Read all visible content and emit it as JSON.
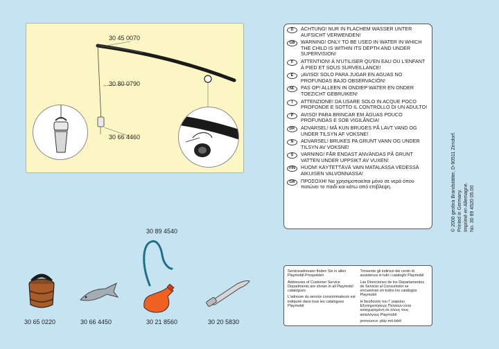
{
  "diagram": {
    "part_rod": "30 45 0070",
    "part_line": "30 80 0790",
    "part_float": "30 66 4460"
  },
  "warnings": [
    {
      "lang": "D",
      "text": "ACHTUNG! NUR IN FLACHEM WASSER UNTER AUFSICHT VERWENDEN!"
    },
    {
      "lang": "GB",
      "text": "WARNING! ONLY TO BE USED IN WATER IN WHICH THE CHILD IS WITHIN ITS DEPTH AND UNDER SUPERVISION!"
    },
    {
      "lang": "F",
      "text": "ATTENTION! À N'UTILISER QU'EN EAU OU L'ENFANT À PIED ET SOUS SURVEILLANCE!"
    },
    {
      "lang": "E",
      "text": "¡AVISO! SOLO PARA JUGAR EN AGUAS NO PROFUNDAS BAJO OBSERVACIÓN!"
    },
    {
      "lang": "NL",
      "text": "PAS OP! ALLEEN IN ONDIEP WATER EN ONDER TOEZICHT GEBRUIKEN!"
    },
    {
      "lang": "I",
      "text": "ATTENZIONE! DA USARE SOLO IN ACQUE POCO PROFONDE E SOTTO IL CONTROLLO DI UN ADULTO!"
    },
    {
      "lang": "P",
      "text": "AVISO! PARA BRINCAR EM ÁGUAS POUCO PROFUNDAS E SOB VIGILÂNCIA!"
    },
    {
      "lang": "DK",
      "text": "ADVARSEL! MÅ KUN BRUGES PÅ LAVT VAND OG UNDER TILSYN AF VOKSNE!"
    },
    {
      "lang": "N",
      "text": "ADVARSEL! BRUKES PA GRUNT VANN OG UNDER TILSYN AV VOKSNE!"
    },
    {
      "lang": "S",
      "text": "VARNING! FÅR ENDAST ANVÄNDAS PÅ GRUNT VATTEN UNDER UPPSIKT AV VUXEN!"
    },
    {
      "lang": "FIN",
      "text": "HUOM! KÄYTETTÄVÄ VAIN MATALASSA VEDESSÄ AIKUISEN VALVONNASSA!"
    },
    {
      "lang": "GR",
      "text": "ΠΡΟΣΟΧΗ! Να χρησιμοποιείται μόνο σε νερά όπου πατώνει το παιδί και κάτω από επίβλεψη."
    }
  ],
  "imprint": {
    "line1": "© 2000 geobra Brandstätter, D-90511 Zirndorf.",
    "line2": "Printed in Germany.",
    "line3": "Imprimé en Allemagne.",
    "line4": "No. 30 89 4520     05.00"
  },
  "service": {
    "col1": [
      "Serviceadressen finden Sie in allen Playmobil-Prospekten",
      "Addresses of Customer Service Departments are shown in all Playmobil catalogues",
      "L'adresse du service consommateurs est indiquée dans tous les catalogues Playmobil"
    ],
    "col2": [
      "Troverete gli indirizzi dei centri di assistenza in tutti i cataloghi Playmobil",
      "Las Direcciones de los Departamentos de Servicio al Consumidor se encuentran en todos los catálogos Playmobil",
      "Η διεύθυνση του Γ ραφείου Εξυπηρετήσεως Πελατών είναι καταχωρημένη σε όλους τους καταλόγους Playmobil",
      "pronounce: pläy-mō-bēēl"
    ]
  },
  "parts": {
    "barrel": "30 65 0220",
    "fish": "30 66 4450",
    "bottle": "30 21 8560",
    "cord": "30 89 4540",
    "knife": "30 20 5830"
  },
  "colors": {
    "background": "#c6e3f2",
    "panel": "#fbf6c4",
    "barrel": "#a85c2a",
    "bottle": "#f06020",
    "cord": "#1f6f86",
    "fish": "#a2acb2"
  }
}
